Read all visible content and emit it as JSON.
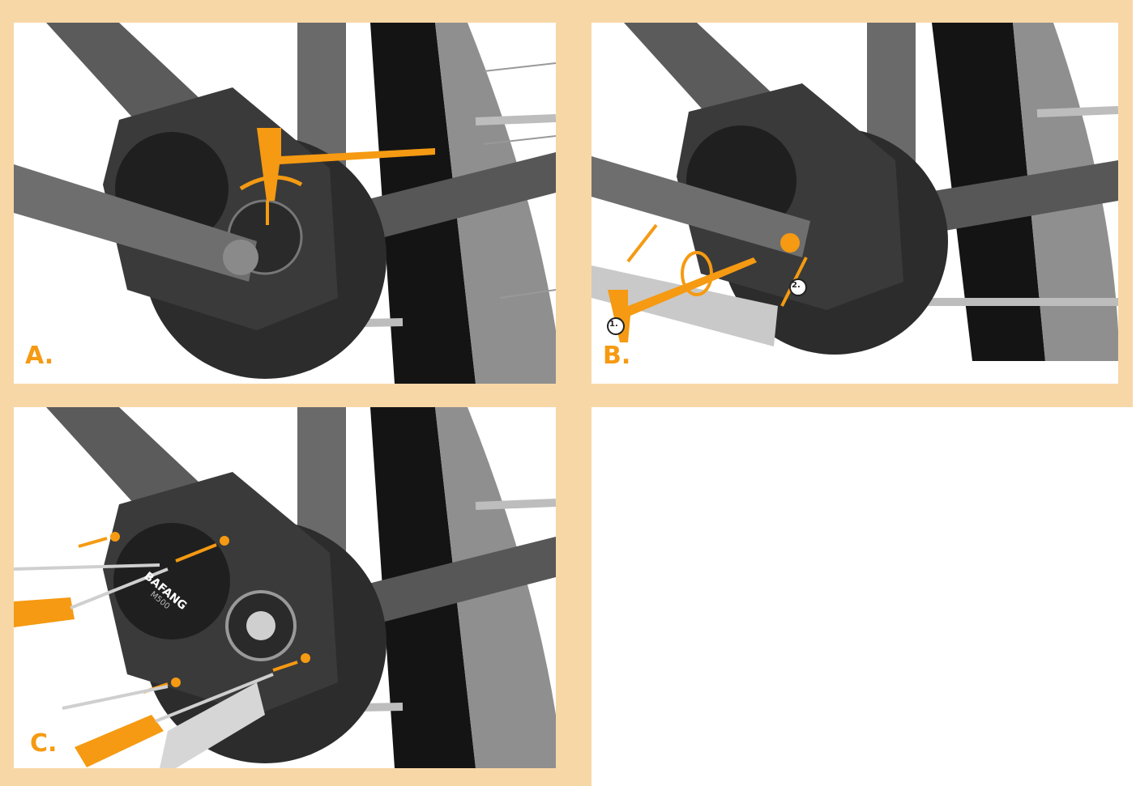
{
  "colors": {
    "frame": "#f8d7a6",
    "accent": "#f59a12",
    "frame_tube": "#5b5b5b",
    "motor_dark": "#2c2c2c",
    "tire": "#141414"
  },
  "panels": [
    {
      "id": "A",
      "label": "A.",
      "tools": [
        "hex-key"
      ],
      "markers": []
    },
    {
      "id": "B",
      "label": "B.",
      "tools": [
        "hex-key"
      ],
      "markers": [
        "1.",
        "2."
      ]
    },
    {
      "id": "C",
      "label": "C.",
      "tools": [
        "screwdriver",
        "screwdriver"
      ],
      "markers": []
    }
  ],
  "motor": {
    "brand_text": "BAFANG",
    "model_text": "M500"
  }
}
